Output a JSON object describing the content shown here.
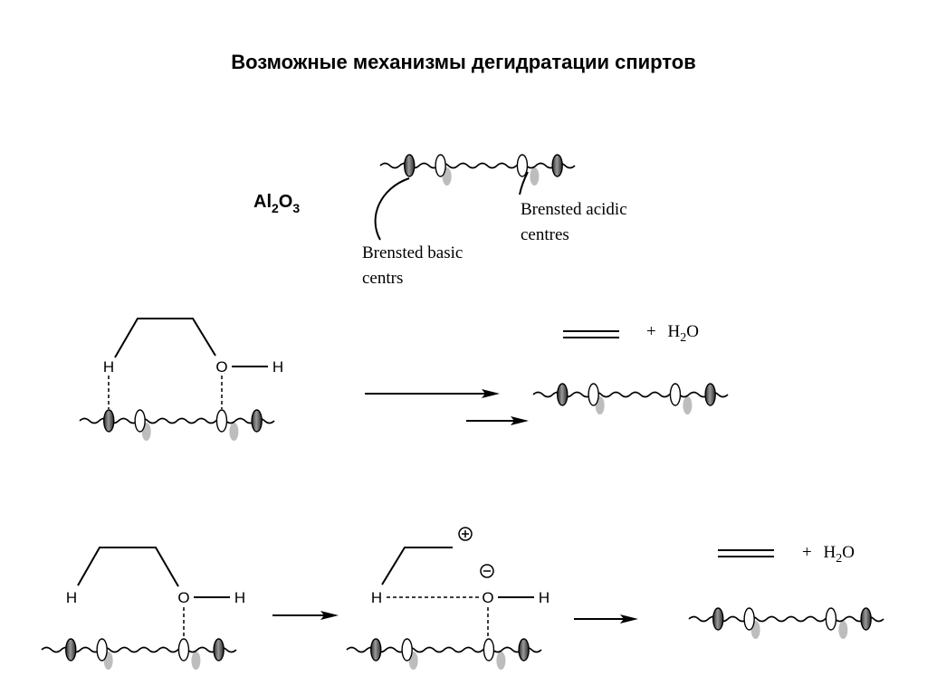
{
  "page": {
    "title": "Возможные механизмы дегидратации спиртов"
  },
  "catalyst": {
    "formula_main": "Al",
    "formula_sub1": "2",
    "formula_mid": "O",
    "formula_sub2": "3"
  },
  "surface_legend": {
    "basic_line1": "Brensted basic",
    "basic_line2": "centrs",
    "acidic_line1": "Brensted acidic",
    "acidic_line2": "centres"
  },
  "mechanism1": {
    "atom_h_left": "H",
    "atom_o": "O",
    "atom_h_right": "H",
    "product_plus": "+",
    "water_h": "H",
    "water_sub": "2",
    "water_o": "O"
  },
  "mechanism2": {
    "atom_h_left": "H",
    "atom_o": "O",
    "atom_h_right": "H",
    "inter_h_left": "H",
    "inter_o": "O",
    "inter_h_right": "H",
    "plus_charge": "+",
    "minus_charge": "−",
    "product_plus": "+",
    "water_h": "H",
    "water_sub": "2",
    "water_o": "O"
  },
  "colors": {
    "line": "#000000",
    "dark_lobe": "#555555",
    "shadow_lobe": "#bdbdbd",
    "background": "#ffffff"
  }
}
